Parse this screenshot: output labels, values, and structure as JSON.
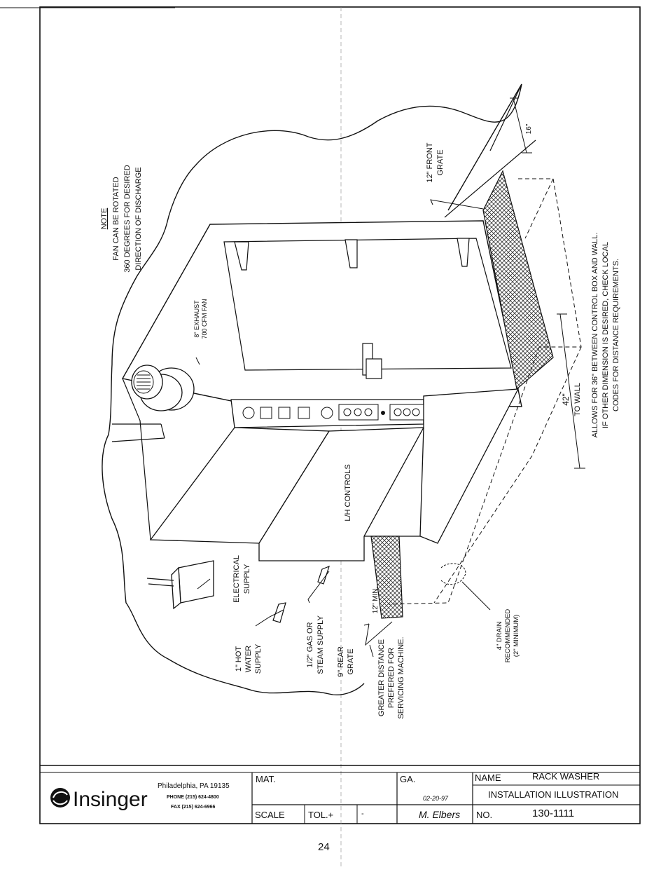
{
  "notes": {
    "heading": "NOTE",
    "lines": [
      "FAN CAN BE ROTATED",
      "360 DEGREES FOR DESIRED",
      "DIRECTION OF DISCHARGE"
    ]
  },
  "callouts": {
    "exhaust": [
      "8\" EXHAUST",
      "700 CFM FAN"
    ],
    "front_grate": [
      "12\" FRONT",
      "GRATE"
    ],
    "dim_16": "16\"",
    "dim_42": [
      "42\"",
      "TO WALL"
    ],
    "allowance": [
      "ALLOWS FOR 36\" BETWEEN CONTROL BOX AND WALL.",
      "IF OTHER DIMENSION IS DESIRED, CHECK LOCAL",
      "CODES FOR DISTANCE REQUIREMENTS."
    ],
    "lh_controls": "L/H CONTROLS",
    "electrical": [
      "ELECTRICAL",
      "SUPPLY"
    ],
    "hot_water": [
      "1\" HOT",
      "WATER",
      "SUPPLY"
    ],
    "gas": [
      "1/2\" GAS OR",
      "STEAM SUPPLY"
    ],
    "rear_grate": [
      "9\" REAR",
      "GRATE"
    ],
    "min_12": "12\" MIN.",
    "service": [
      "GREATER DISTANCE",
      "PREFERED FOR",
      "SERVICING MACHINE."
    ],
    "drain": [
      "4\" DRAIN",
      "RECOMMENDED",
      "(2\" MINIMUM)"
    ]
  },
  "title_block": {
    "logo": "Insinger",
    "address": "Philadelphia, PA 19135",
    "phone": "PHONE (215) 624-4800",
    "fax": "FAX (215) 624-6966",
    "mat_label": "MAT.",
    "ga_label": "GA.",
    "name_label": "NAME",
    "name_value": "RACK WASHER",
    "subtitle": "INSTALLATION ILLUSTRATION",
    "date": "02-20-97",
    "signature": "M. Elbers",
    "scale_label": "SCALE",
    "tol_label": "TOL.+",
    "tol_dash": "-",
    "no_label": "NO.",
    "no_value": "130-1111"
  },
  "page_number": "24"
}
